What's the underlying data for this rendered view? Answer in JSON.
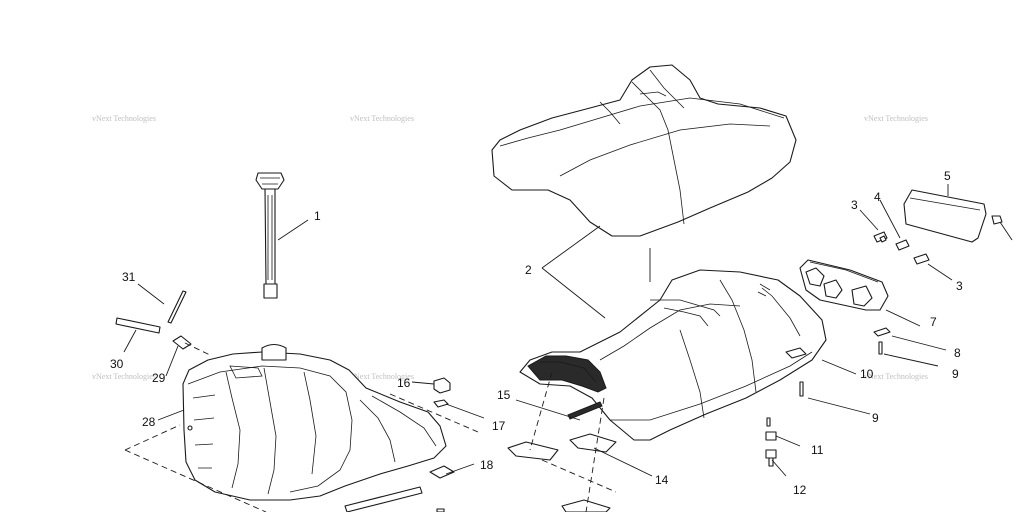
{
  "watermark": "vNext Technologies",
  "callouts": {
    "c1": "1",
    "c2": "2",
    "c3a": "3",
    "c3b": "3",
    "c4": "4",
    "c5": "5",
    "c7": "7",
    "c8": "8",
    "c9a": "9",
    "c9b": "9",
    "c10": "10",
    "c11": "11",
    "c12": "12",
    "c14": "14",
    "c15": "15",
    "c16": "16",
    "c17": "17",
    "c18": "18",
    "c28": "28",
    "c29": "29",
    "c30": "30",
    "c31": "31"
  }
}
